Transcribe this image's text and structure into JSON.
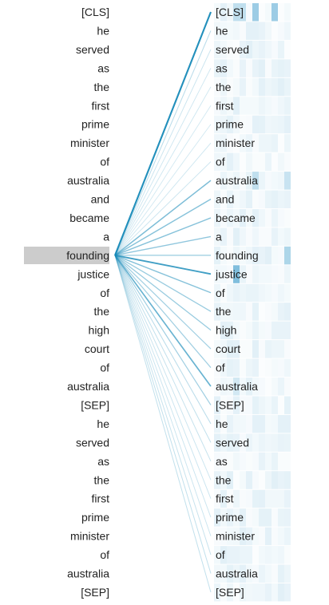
{
  "tokens_left": [
    "[CLS]",
    "he",
    "served",
    "as",
    "the",
    "first",
    "prime",
    "minister",
    "of",
    "australia",
    "and",
    "became",
    "a",
    "founding",
    "justice",
    "of",
    "the",
    "high",
    "court",
    "of",
    "australia",
    "[SEP]",
    "he",
    "served",
    "as",
    "the",
    "first",
    "prime",
    "minister",
    "of",
    "australia",
    "[SEP]"
  ],
  "tokens_right": [
    "[CLS]",
    "he",
    "served",
    "as",
    "the",
    "first",
    "prime",
    "minister",
    "of",
    "australia",
    "and",
    "became",
    "a",
    "founding",
    "justice",
    "of",
    "the",
    "high",
    "court",
    "of",
    "australia",
    "[SEP]",
    "he",
    "served",
    "as",
    "the",
    "first",
    "prime",
    "minister",
    "of",
    "australia",
    "[SEP]"
  ],
  "selected_index": 13,
  "attention_weights": [
    0.95,
    0.18,
    0.1,
    0.08,
    0.08,
    0.06,
    0.06,
    0.08,
    0.1,
    0.5,
    0.45,
    0.45,
    0.4,
    0.35,
    0.8,
    0.45,
    0.35,
    0.35,
    0.3,
    0.3,
    0.6,
    0.3,
    0.18,
    0.14,
    0.12,
    0.1,
    0.1,
    0.1,
    0.1,
    0.12,
    0.14,
    0.14
  ],
  "colors": {
    "line": "#1a8bb9",
    "highlight": "#cccccc",
    "heat": "#4aa3cf"
  }
}
